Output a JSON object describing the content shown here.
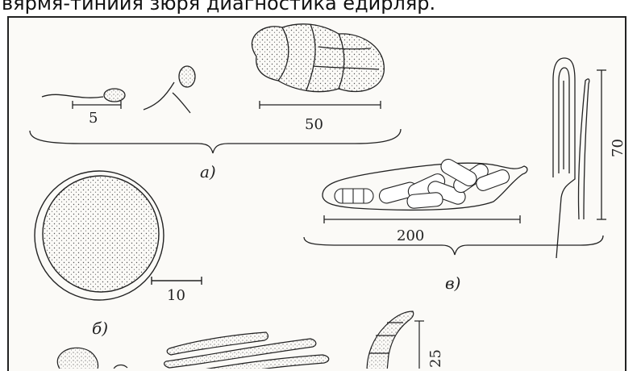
{
  "caption": "вярмя-тиниия зюря диагностика едирляр.",
  "panels": {
    "a": {
      "label": "a)",
      "scale_small": "5",
      "scale_large": "50"
    },
    "b": {
      "label": "б)",
      "scale": "10"
    },
    "v": {
      "label": "в)",
      "scale_horizontal": "200",
      "scale_vertical": "70"
    },
    "bottom": {
      "scale_vertical": "25"
    }
  }
}
